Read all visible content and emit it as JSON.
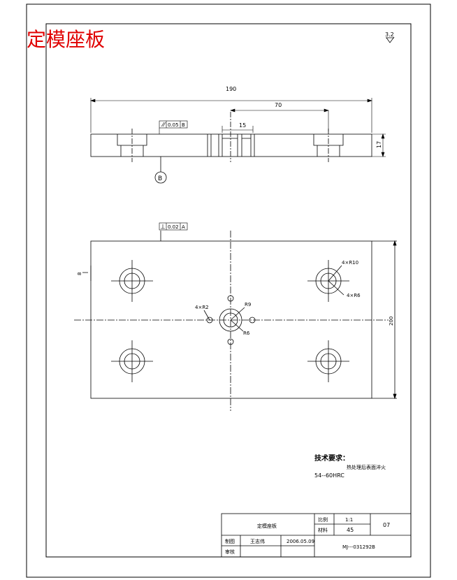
{
  "title": "定模座板",
  "roughness": "3.2",
  "dims": {
    "overall_length": "190",
    "hole_spacing": "70",
    "slot_width": "15",
    "thickness": "17",
    "height": "200",
    "r10": "4×R10",
    "r6": "4×R6",
    "r9": "R9",
    "r6b": "R6",
    "r2": "4×R2",
    "dim_b": "8"
  },
  "tolerances": {
    "parallel_value": "0.05",
    "parallel_datum": "B",
    "perp_value": "0.02",
    "perp_datum": "A",
    "datum_b": "B"
  },
  "tech": {
    "heading": "技术要求：",
    "line1": "热处理后表面淬火",
    "line2": "54--60HRC"
  },
  "titleblock": {
    "part_name": "定模座板",
    "scale_label": "比例",
    "scale": "1:1",
    "material_label": "材料",
    "material": "45",
    "sheet": "07",
    "drawn_label": "制图",
    "drawn_by": "王志伟",
    "date": "2006.05.09",
    "check_label": "审核",
    "drawing_no": "MJ---031292B"
  }
}
